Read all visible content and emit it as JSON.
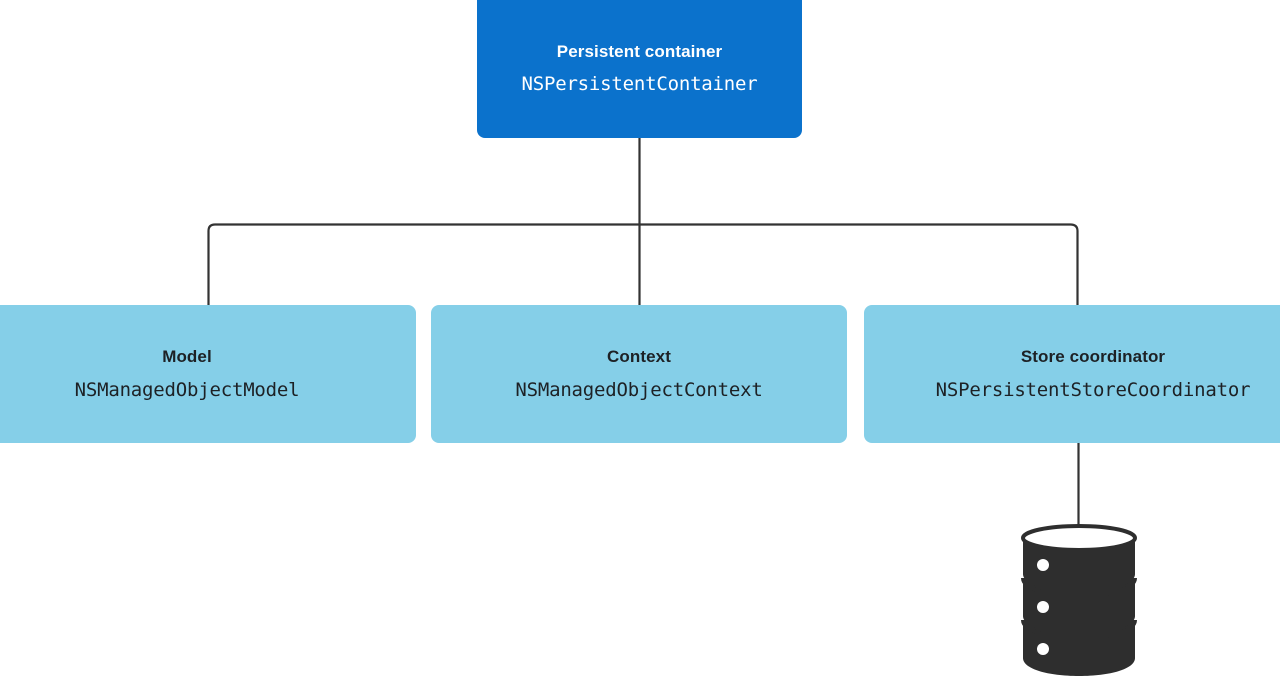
{
  "diagram": {
    "type": "hierarchy",
    "colors": {
      "root_fill": "#0b72cc",
      "root_text": "#ffffff",
      "child_fill": "#85cfe8",
      "child_text": "#1d2125",
      "connector": "#333333",
      "database_fill": "#2e2e2e",
      "database_highlight": "#ffffff",
      "background": "#ffffff"
    },
    "root": {
      "title": "Persistent container",
      "class_name": "NSPersistentContainer"
    },
    "children": [
      {
        "title": "Model",
        "class_name": "NSManagedObjectModel"
      },
      {
        "title": "Context",
        "class_name": "NSManagedObjectContext"
      },
      {
        "title": "Store coordinator",
        "class_name": "NSPersistentStoreCoordinator"
      }
    ],
    "storage": {
      "icon": "database-cylinder-icon",
      "label": "",
      "segments": 3
    },
    "edges": [
      {
        "from": "Persistent container",
        "to": "Model"
      },
      {
        "from": "Persistent container",
        "to": "Context"
      },
      {
        "from": "Persistent container",
        "to": "Store coordinator"
      },
      {
        "from": "Store coordinator",
        "to": "database-cylinder-icon"
      }
    ]
  }
}
